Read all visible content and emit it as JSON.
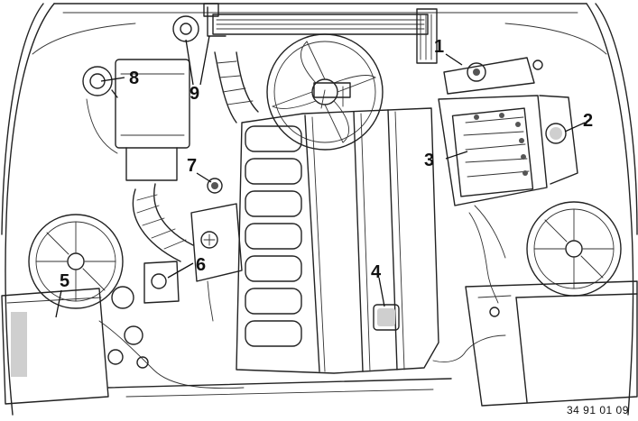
{
  "figure": {
    "reference_code": "34 91 01 09",
    "callouts": [
      {
        "id": "callout-1",
        "label": "1"
      },
      {
        "id": "callout-2",
        "label": "2"
      },
      {
        "id": "callout-3",
        "label": "3"
      },
      {
        "id": "callout-4",
        "label": "4"
      },
      {
        "id": "callout-5",
        "label": "5"
      },
      {
        "id": "callout-6",
        "label": "6"
      },
      {
        "id": "callout-7",
        "label": "7"
      },
      {
        "id": "callout-8",
        "label": "8"
      },
      {
        "id": "callout-9",
        "label": "9"
      }
    ]
  }
}
